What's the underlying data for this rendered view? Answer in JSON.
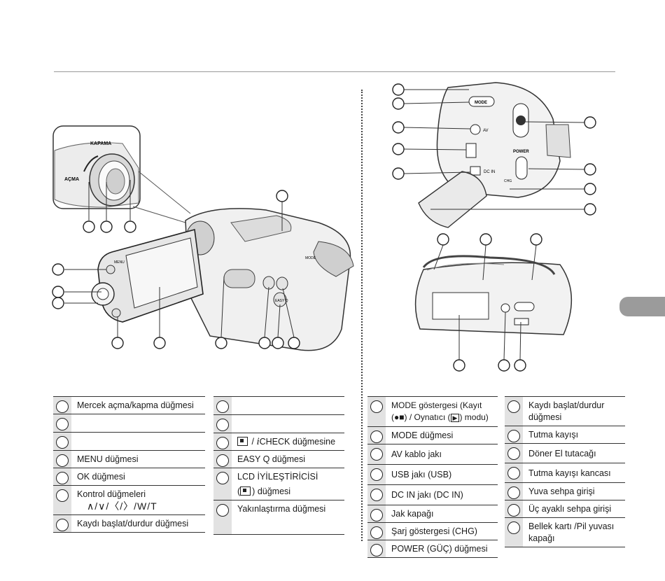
{
  "lens_labels": {
    "close": "KAPAMA",
    "open": "AÇMA"
  },
  "camera_labels": {
    "menu": "MENU",
    "mode": "MODE",
    "av": "AV",
    "power": "POWER",
    "dc_in": "DC IN",
    "chg": "CHG",
    "easy_q": "EASY Q"
  },
  "table_left": [
    {
      "text": "Mercek açma/kapma düğmesi"
    },
    {
      "text": ""
    },
    {
      "text": ""
    },
    {
      "text": "MENU düğmesi"
    },
    {
      "text": "OK düğmesi"
    },
    {
      "text": "Kontrol düğmeleri",
      "controls": "∧/∨/〈/〉/W/T"
    },
    {
      "text": "Kaydı başlat/durdur düğmesi"
    }
  ],
  "table_mid": [
    {
      "text": ""
    },
    {
      "text": ""
    },
    {
      "prefix": "/",
      "i": "i",
      "check": "CHECK",
      "text": "düğmesine"
    },
    {
      "text": "EASY Q düğmesi"
    },
    {
      "text": "LCD İYİLEŞTİRİCİSİ",
      "line2": "düğmesi"
    },
    {
      "text": "Yakınlaştırma düğmesi"
    }
  ],
  "table_right1": [
    {
      "text": "MODE göstergesi (Kayıt",
      "line2a": "/ Oynatıcı (",
      "line2b": ") modu)"
    },
    {
      "text": "MODE düğmesi"
    },
    {
      "text": "AV kablo jakı"
    },
    {
      "text": "USB jakı (USB)"
    },
    {
      "text": "DC IN jakı (DC IN)"
    },
    {
      "text": "Jak kapağı"
    },
    {
      "text": "Şarj göstergesi (CHG)"
    },
    {
      "text": "POWER (GÜÇ) düğmesi"
    }
  ],
  "table_right2": [
    {
      "text": "Kaydı başlat/durdur",
      "line2": "düğmesi"
    },
    {
      "text": "Tutma kayışı"
    },
    {
      "text": "Döner El tutacağı"
    },
    {
      "text": "Tutma kayışı kancası"
    },
    {
      "text": "Yuva sehpa girişi"
    },
    {
      "text": "Üç ayaklı sehpa girişi"
    },
    {
      "text": "Bellek kartı /Pil yuvası",
      "line2": "kapağı"
    }
  ]
}
